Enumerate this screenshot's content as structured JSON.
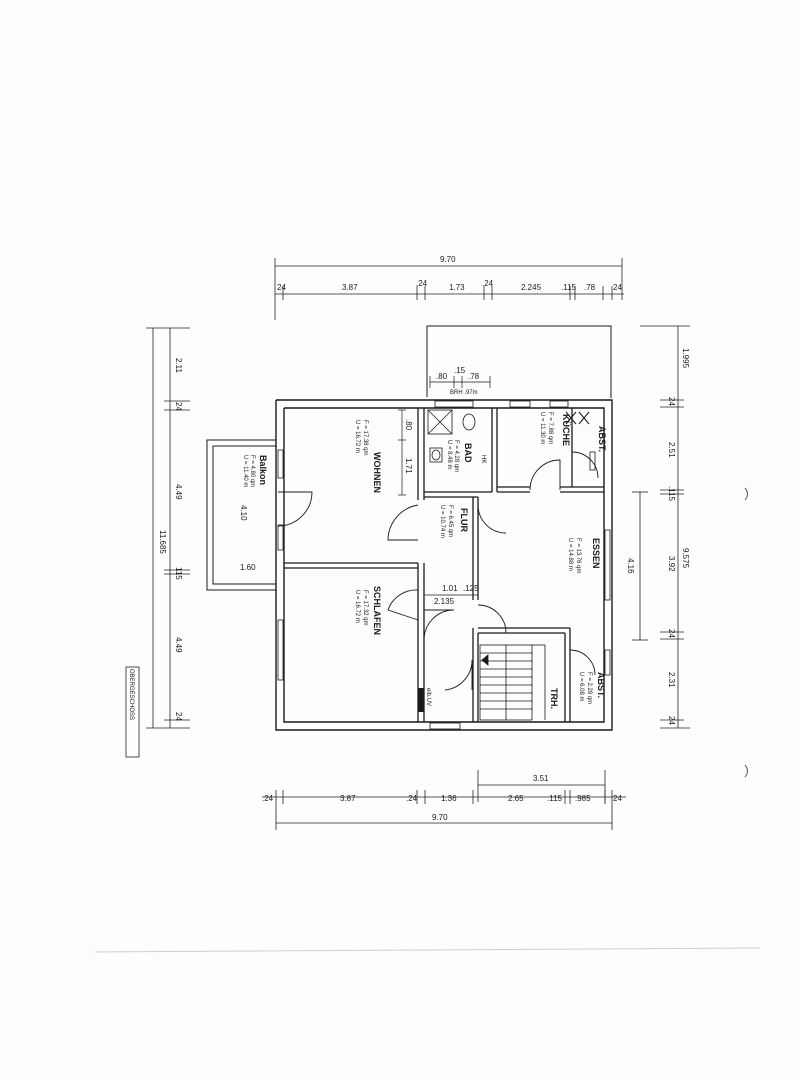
{
  "floor_label": "OBERGESCHOSS",
  "top_dims": {
    "total": "9.70",
    "segments": [
      "24",
      "3.87",
      ".24",
      "1.73",
      ".24",
      "2.245",
      ".115",
      ".78",
      "24"
    ]
  },
  "bottom_dims": {
    "total": "9.70",
    "upper": "3.51",
    "segments": [
      ".24",
      "3.87",
      ".24",
      "1.36",
      "2.65",
      ".115",
      ".985",
      "24"
    ]
  },
  "left_dims": {
    "total": "11.685",
    "segments": [
      "2.11",
      "24",
      "4.49",
      "115",
      "4.49",
      "24"
    ]
  },
  "right_dims": {
    "total": "9.575",
    "segments": [
      "1.995",
      "24",
      "2.51",
      ".115",
      "3.92",
      "24",
      "2.31",
      "24"
    ],
    "sub": "4.16"
  },
  "window_dims": {
    "a": ".80",
    "b": ".15",
    "c": ".78",
    "brh": "BRH .97m"
  },
  "rooms": {
    "wohnen": {
      "name": "WOHNEN",
      "f": "F = 17.38 qm",
      "u": "U = 16.72 m"
    },
    "schlafen": {
      "name": "SCHLAFEN",
      "f": "F = 17.32 qm",
      "u": "U = 16.72 m"
    },
    "bad": {
      "name": "BAD",
      "f": "F = 4.28 qm",
      "u": "U = 8.48 m",
      "hk": "HK"
    },
    "kueche": {
      "name": "KÜCHE",
      "f": "F = 7.88 qm",
      "u": "U = 11.30 m",
      "abst": "ABST."
    },
    "flur": {
      "name": "FLUR",
      "f": "F = 6.45 qm",
      "u": "U = 10.74 m"
    },
    "essen": {
      "name": "ESSEN",
      "f": "F = 13.76 qm",
      "u": "U = 14.88 m"
    },
    "abst2": {
      "name": "ABST.",
      "f": "F = 2.28 qm",
      "u": "U = 6.08 m"
    },
    "balkon": {
      "name": "Balkon",
      "f": "F = 4.80 qm",
      "u": "U = 11.40 m"
    },
    "trh": {
      "name": "TRH."
    }
  },
  "inner_dims": {
    "wohnen_h1": ".80",
    "wohnen_h2": "1.71",
    "balkon_w": "1.60",
    "balkon_h": "4.10",
    "flur_a": "1.01",
    "flur_b": ".125",
    "flur_c": "2.135",
    "elb": "elb.UV"
  }
}
